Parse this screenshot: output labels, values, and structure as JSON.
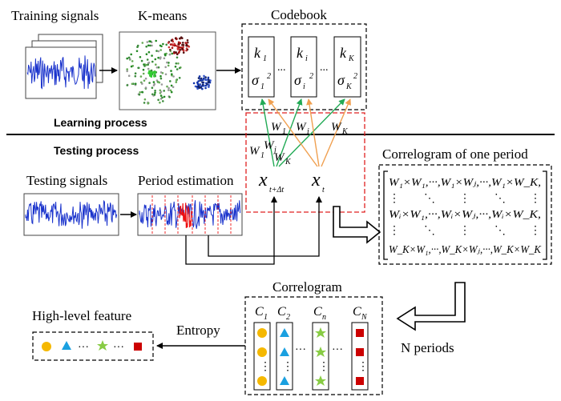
{
  "labels": {
    "training_signals": "Training signals",
    "kmeans": "K-means",
    "codebook": "Codebook",
    "learning_process": "Learning process",
    "testing_process": "Testing process",
    "testing_signals": "Testing signals",
    "period_estimation": "Period estimation",
    "correlogram_one_period": "Correlogram of one period",
    "correlogram": "Correlogram",
    "high_level_feature": "High-level feature",
    "entropy": "Entropy",
    "n_periods": "N periods"
  },
  "codebook": {
    "entries": [
      {
        "k": "k",
        "k_sub": "1",
        "s": "σ",
        "s_sub": "1",
        "s_sup": "2"
      },
      {
        "k": "k",
        "k_sub": "i",
        "s": "σ",
        "s_sub": "i",
        "s_sup": "2"
      },
      {
        "k": "k",
        "k_sub": "K",
        "s": "σ",
        "s_sub": "K",
        "s_sup": "2"
      }
    ],
    "ellipsis": "..."
  },
  "weights": {
    "w1_top": "W",
    "w1_top_sub": "1",
    "wi_top": "W",
    "wi_top_sub": "i",
    "wk_top": "W",
    "wk_top_sub": "K",
    "w1_left": "W",
    "w1_left_sub": "1",
    "wj_left": "W",
    "wj_left_sub": "j",
    "wk_left": "W",
    "wk_left_sub": "K"
  },
  "vars": {
    "x_dt": "x",
    "x_dt_sub": "t+Δt",
    "x_t": "x",
    "x_t_sub": "t"
  },
  "matrix": {
    "rows": [
      "W₁×W₁,···,W₁×Wⱼ,···,W₁×W_K,",
      "⋮        ⋱        ⋮        ⋱        ⋮",
      "Wᵢ×W₁,···,Wᵢ×Wⱼ,···,Wᵢ×W_K,",
      "⋮        ⋱        ⋮        ⋱        ⋮",
      "W_K×W₁,···,W_K×Wⱼ,···,W_K×W_K"
    ]
  },
  "correlogram_columns": [
    {
      "name": "C",
      "sub": "1"
    },
    {
      "name": "C",
      "sub": "2"
    },
    {
      "name": "C",
      "sub": "n"
    },
    {
      "name": "C",
      "sub": "N"
    }
  ],
  "feature_ellipsis": "···",
  "colors": {
    "signal": "#1a33cc",
    "red_highlight": "#ee1111",
    "green_arrow": "#22aa55",
    "orange_arrow": "#f0a050",
    "circle": "#f5b800",
    "triangle": "#1aa0e0",
    "star": "#88cc44",
    "square": "#cc0000",
    "dashed_red": "#e02020"
  }
}
